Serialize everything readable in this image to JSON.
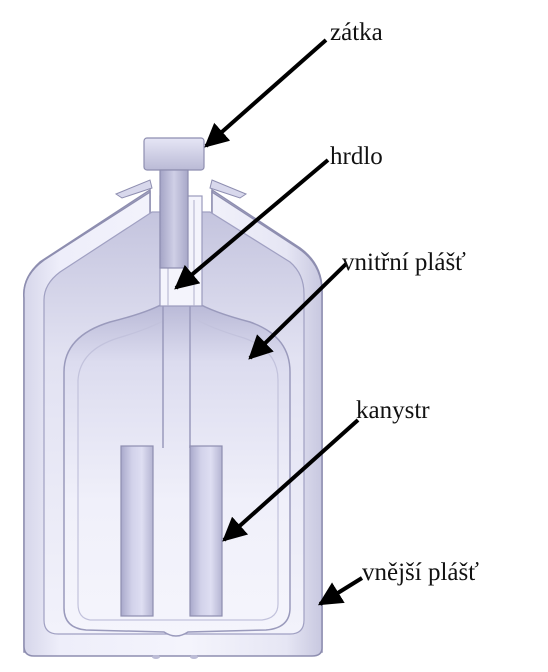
{
  "diagram": {
    "labels": {
      "stopper": "zátka",
      "neck": "hrdlo",
      "inner_shell": "vnitřní plášť",
      "canister": "kanystr",
      "outer_shell": "vnější plášť"
    },
    "colors": {
      "shell_fill": "#e4e4f4",
      "shell_light": "#f3f3fc",
      "shell_mid": "#cfcfe6",
      "shell_dark": "#a8a8c8",
      "edge": "#8e8eb0",
      "arrow": "#000000"
    }
  }
}
